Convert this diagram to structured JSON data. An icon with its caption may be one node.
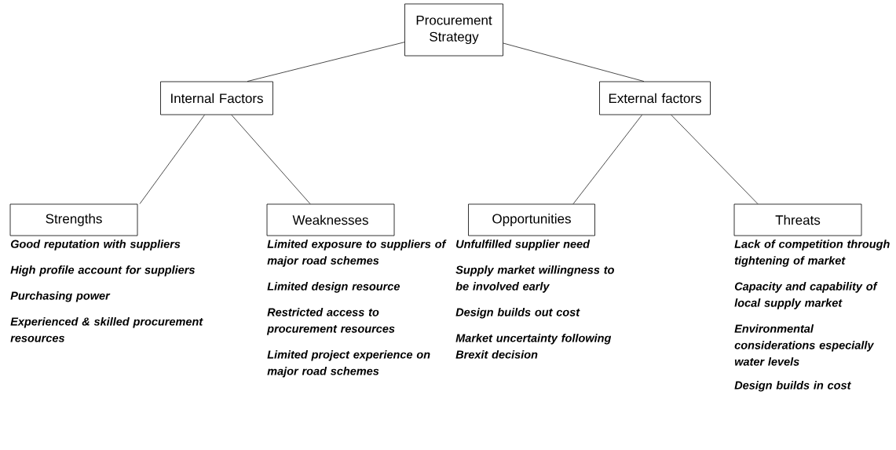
{
  "diagram": {
    "nodes": [
      {
        "text": [
          "Procurement Strategy"
        ]
      },
      {
        "text": [
          "Internal Factors"
        ]
      },
      {
        "text": [
          "External factors"
        ]
      },
      {
        "text": [
          "Strengths"
        ],
        "beside": [
          "Good reputation with suppliers",
          "High profile account for suppliers",
          "Purchasing power",
          "Experienced & skilled procurement resources"
        ]
      },
      {
        "text": [
          "Weaknesses"
        ],
        "beside": [
          "Limited exposure to suppliers of major road schemes",
          "Limited design resource",
          "Restricted access to procurement resources",
          "Limited project experience on major road schemes"
        ]
      },
      {
        "text": [
          "Opportunities"
        ],
        "beside": [
          "Unfulfilled supplier need",
          "Supply market willingness to be involved early",
          "Design builds out cost",
          "Market uncertainty following Brexit decision"
        ]
      },
      {
        "text": [
          "Threats"
        ],
        "beside": [
          "Lack of competition through tightening of market",
          "Capacity and capability of local supply market",
          "Environmental considerations especially water levels",
          "Design builds in cost"
        ]
      }
    ],
    "edges": [
      {
        "from": 0,
        "to": 1,
        "arrow": "none"
      },
      {
        "from": 0,
        "to": 2,
        "arrow": "none"
      },
      {
        "from": 1,
        "to": 3,
        "arrow": "none"
      },
      {
        "from": 1,
        "to": 4,
        "arrow": "none"
      },
      {
        "from": 2,
        "to": 5,
        "arrow": "none"
      },
      {
        "from": 2,
        "to": 6,
        "arrow": "none"
      }
    ]
  }
}
